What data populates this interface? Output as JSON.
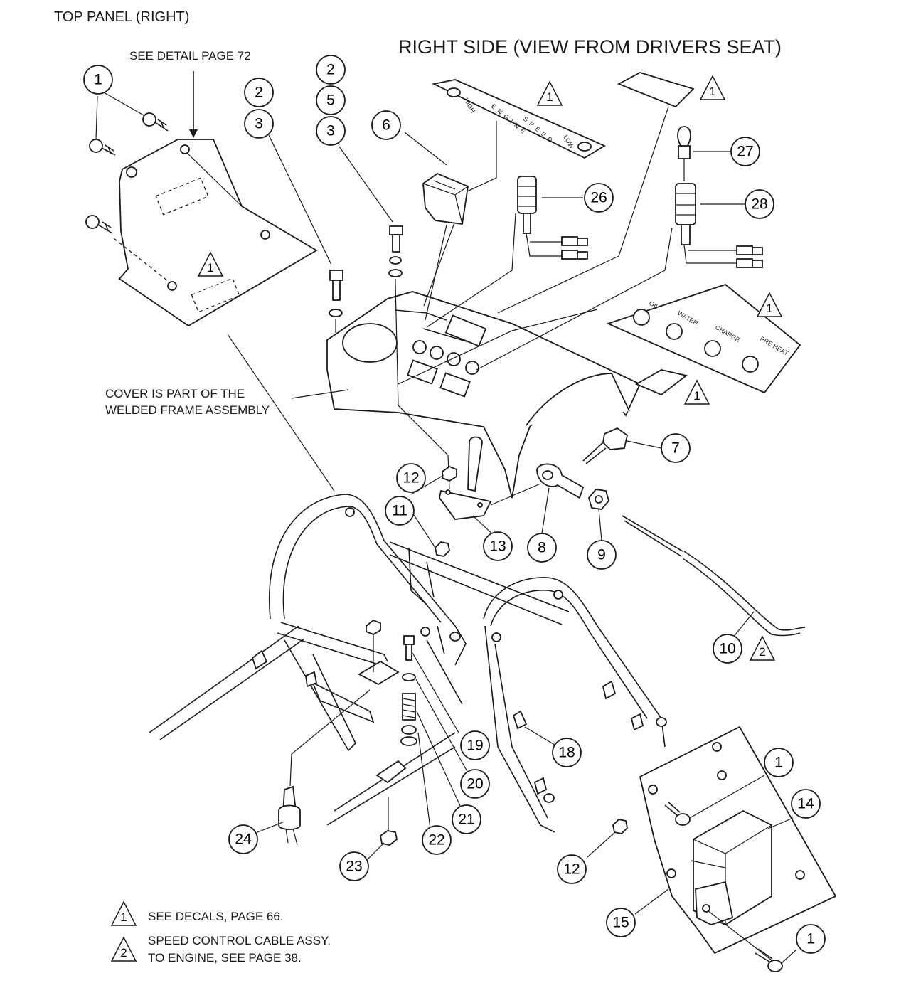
{
  "header": {
    "section_label": "TOP PANEL (RIGHT)",
    "view_title": "RIGHT SIDE (VIEW FROM DRIVERS SEAT)"
  },
  "annotations": {
    "see_detail": "SEE DETAIL PAGE 72",
    "cover_note_line1": "COVER IS PART OF THE",
    "cover_note_line2": "WELDED FRAME ASSEMBLY"
  },
  "decals": {
    "speed_plate": [
      "HIGH",
      "ENGINE",
      "SPEED",
      "LOW"
    ],
    "gauge_plate": [
      "OIL",
      "WATER",
      "CHARGE",
      "PRE HEAT"
    ]
  },
  "callouts": [
    "1",
    "2",
    "3",
    "5",
    "6",
    "7",
    "8",
    "9",
    "10",
    "11",
    "12",
    "13",
    "14",
    "15",
    "18",
    "19",
    "20",
    "21",
    "22",
    "23",
    "24",
    "26",
    "27",
    "28"
  ],
  "legend": {
    "items": [
      {
        "symbol": "1",
        "line1": "SEE DECALS,  PAGE 66.",
        "line2": ""
      },
      {
        "symbol": "2",
        "line1": "SPEED CONTROL CABLE ASSY.",
        "line2": "TO ENGINE, SEE PAGE 38."
      }
    ]
  }
}
